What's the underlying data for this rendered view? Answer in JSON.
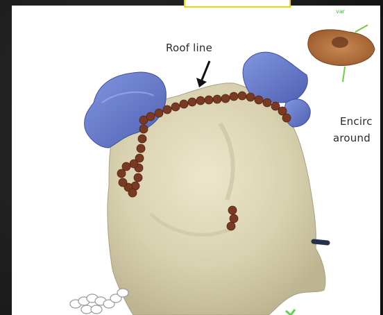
{
  "labels": {
    "roof_line": "Roof line",
    "encircle_line1": "Encirc",
    "encircle_line2": "around",
    "corner_tag": "var"
  },
  "colors": {
    "background": "#1e1e1e",
    "atrium": "#d9d3b4",
    "veins": "#6b7fcf",
    "lesions": "#7a3a22",
    "highlight": "#f2d400"
  }
}
